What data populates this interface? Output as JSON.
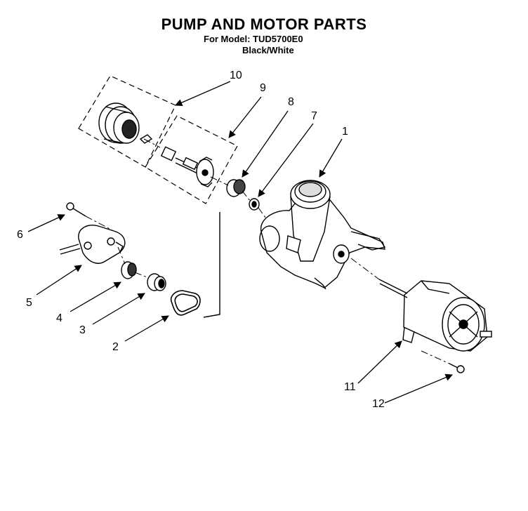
{
  "header": {
    "title": "PUMP AND MOTOR PARTS",
    "model_line": "For Model: TUD5700E0",
    "color_line": "Black/White"
  },
  "callouts": [
    {
      "id": "1",
      "label": "1"
    },
    {
      "id": "2",
      "label": "2"
    },
    {
      "id": "3",
      "label": "3"
    },
    {
      "id": "4",
      "label": "4"
    },
    {
      "id": "5",
      "label": "5"
    },
    {
      "id": "6",
      "label": "6"
    },
    {
      "id": "7",
      "label": "7"
    },
    {
      "id": "8",
      "label": "8"
    },
    {
      "id": "9",
      "label": "9"
    },
    {
      "id": "10",
      "label": "10"
    },
    {
      "id": "11",
      "label": "11"
    },
    {
      "id": "12",
      "label": "12"
    }
  ]
}
